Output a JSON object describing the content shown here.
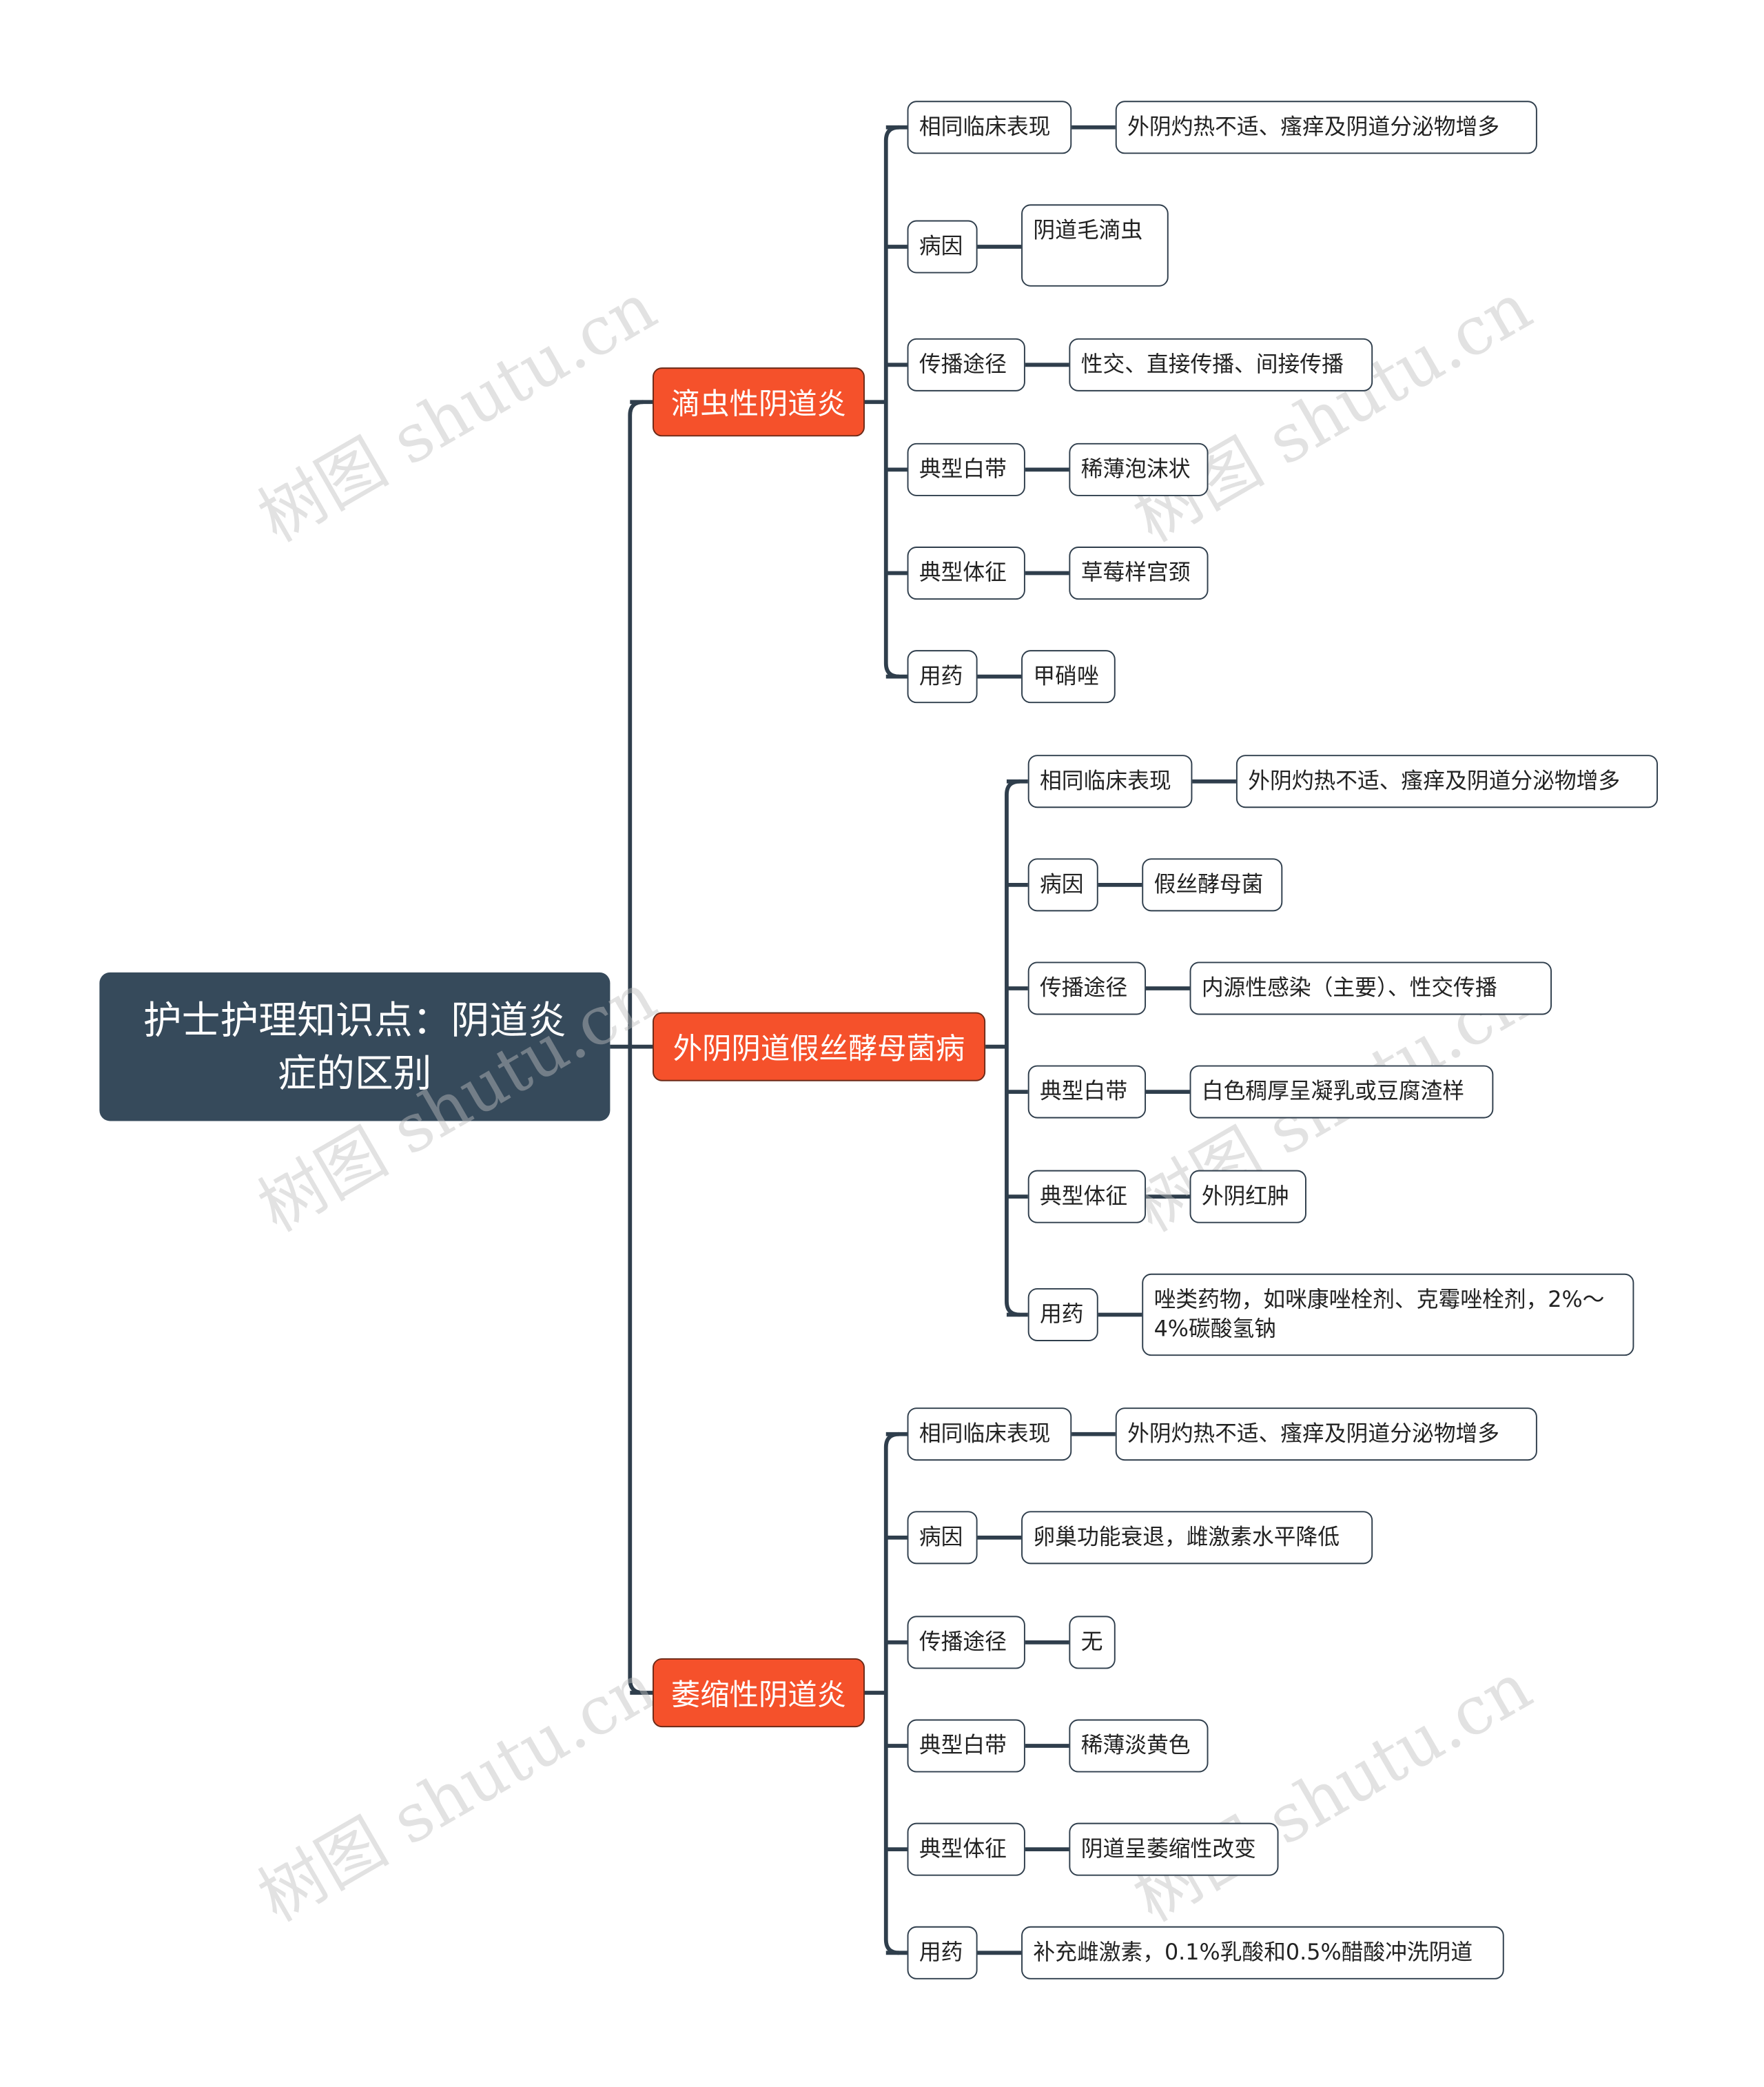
{
  "root": {
    "title": "护士护理知识点：阴道炎症的区别"
  },
  "watermark": "树图 shutu.cn",
  "colors": {
    "root": "#364a5b",
    "branch": "#f5512b",
    "line": "#2f3e4c"
  },
  "branches": [
    {
      "title": "滴虫性阴道炎",
      "children": [
        {
          "label": "相同临床表现",
          "value": "外阴灼热不适、瘙痒及阴道分泌物增多"
        },
        {
          "label": "病因",
          "value": "阴道毛滴虫"
        },
        {
          "label": "传播途径",
          "value": "性交、直接传播、间接传播"
        },
        {
          "label": "典型白带",
          "value": "稀薄泡沫状"
        },
        {
          "label": "典型体征",
          "value": "草莓样宫颈"
        },
        {
          "label": "用药",
          "value": "甲硝唑"
        }
      ]
    },
    {
      "title": "外阴阴道假丝酵母菌病",
      "children": [
        {
          "label": "相同临床表现",
          "value": "外阴灼热不适、瘙痒及阴道分泌物增多"
        },
        {
          "label": "病因",
          "value": "假丝酵母菌"
        },
        {
          "label": "传播途径",
          "value": "内源性感染（主要）、性交传播"
        },
        {
          "label": "典型白带",
          "value": "白色稠厚呈凝乳或豆腐渣样"
        },
        {
          "label": "典型体征",
          "value": "外阴红肿"
        },
        {
          "label": "用药",
          "value": "唑类药物，如咪康唑栓剂、克霉唑栓剂，2%～4%碳酸氢钠"
        }
      ]
    },
    {
      "title": "萎缩性阴道炎",
      "children": [
        {
          "label": "相同临床表现",
          "value": "外阴灼热不适、瘙痒及阴道分泌物增多"
        },
        {
          "label": "病因",
          "value": "卵巢功能衰退，雌激素水平降低"
        },
        {
          "label": "传播途径",
          "value": "无"
        },
        {
          "label": "典型白带",
          "value": "稀薄淡黄色"
        },
        {
          "label": "典型体征",
          "value": "阴道呈萎缩性改变"
        },
        {
          "label": "用药",
          "value": "补充雌激素，0.1%乳酸和0.5%醋酸冲洗阴道"
        }
      ]
    }
  ]
}
